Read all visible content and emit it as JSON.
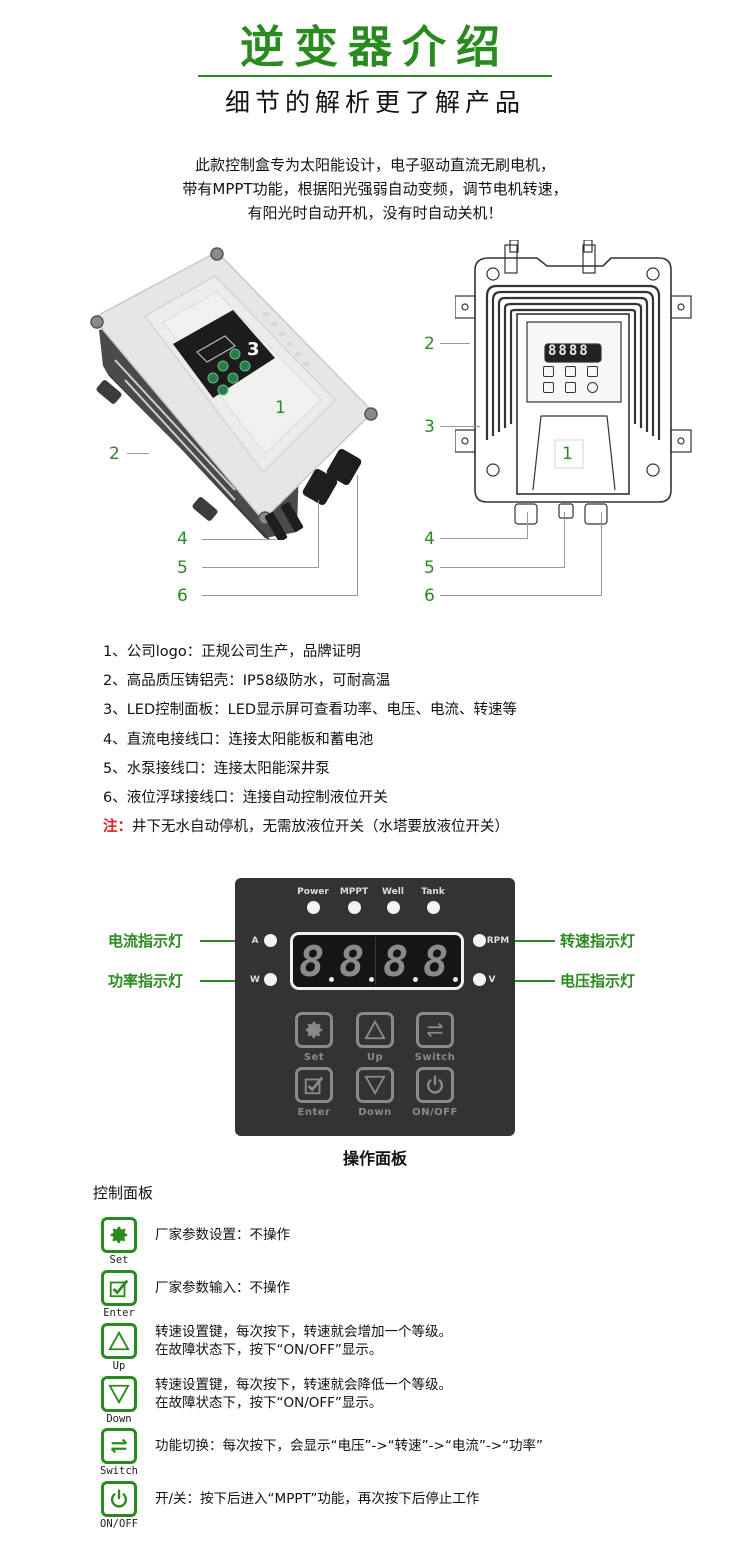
{
  "header": {
    "title": "逆变器介绍",
    "subtitle": "细节的解析更了解产品"
  },
  "intro": {
    "lines": [
      "此款控制盒专为太阳能设计，电子驱动直流无刷电机，",
      "带有MPPT功能，根据阳光强弱自动变频，调节电机转速，",
      "有阳光时自动开机，没有时自动关机！"
    ]
  },
  "diagram": {
    "photo_callouts": [
      "1",
      "2",
      "3",
      "4",
      "5",
      "6"
    ],
    "drawing_callouts": [
      "1",
      "2",
      "3",
      "4",
      "5",
      "6"
    ],
    "drawing_display_digits": "8888",
    "callout_color": "#2b8a1f"
  },
  "features": {
    "items": [
      "1、公司logo：正规公司生产，品牌证明",
      "2、高品质压铸铝壳：IP58级防水，可耐高温",
      "3、LED控制面板：LED显示屏可查看功率、电压、电流、转速等",
      "4、直流电接线口：连接太阳能板和蓄电池",
      "5、水泵接线口：连接太阳能深井泵",
      "6、液位浮球接线口：连接自动控制液位开关"
    ],
    "note_label": "注：",
    "note_text": "井下无水自动停机，无需放液位开关（水塔要放液位开关）",
    "note_color": "#e02020"
  },
  "operation_panel": {
    "top_indicators": [
      "Power",
      "MPPT",
      "Well",
      "Tank"
    ],
    "left_indicators": [
      "A",
      "W"
    ],
    "right_indicators": [
      "RPM",
      "V"
    ],
    "display_digits": [
      "8",
      "8",
      "8",
      "8"
    ],
    "buttons": [
      {
        "label": "Set",
        "icon": "gear-icon"
      },
      {
        "label": "Up",
        "icon": "triangle-up-icon"
      },
      {
        "label": "Switch",
        "icon": "swap-arrows-icon"
      },
      {
        "label": "Enter",
        "icon": "checkbox-icon"
      },
      {
        "label": "Down",
        "icon": "triangle-down-icon"
      },
      {
        "label": "ON/OFF",
        "icon": "power-icon"
      }
    ],
    "callouts": {
      "current": "电流指示灯",
      "power": "功率指示灯",
      "speed": "转速指示灯",
      "voltage": "电压指示灯"
    },
    "caption": "操作面板",
    "panel_color": "#333333"
  },
  "control_legend": {
    "title": "控制面板",
    "keys": [
      {
        "label": "Set",
        "icon": "gear-icon",
        "desc": [
          "厂家参数设置：不操作"
        ]
      },
      {
        "label": "Enter",
        "icon": "checkbox-icon",
        "desc": [
          "厂家参数输入：不操作"
        ]
      },
      {
        "label": "Up",
        "icon": "triangle-up-icon",
        "desc": [
          "转速设置键，每次按下，转速就会增加一个等级。",
          "在故障状态下，按下“ON/OFF”显示。"
        ]
      },
      {
        "label": "Down",
        "icon": "triangle-down-icon",
        "desc": [
          "转速设置键，每次按下，转速就会降低一个等级。",
          "在故障状态下，按下“ON/OFF”显示。"
        ]
      },
      {
        "label": "Switch",
        "icon": "swap-arrows-icon",
        "desc": [
          "功能切换：每次按下，会显示“电压”->“转速”->“电流”->“功率”"
        ]
      },
      {
        "label": "ON/OFF",
        "icon": "power-icon",
        "desc": [
          "开/关：按下后进入“MPPT”功能，再次按下后停止工作"
        ]
      }
    ],
    "accent": "#2b8a1f"
  }
}
